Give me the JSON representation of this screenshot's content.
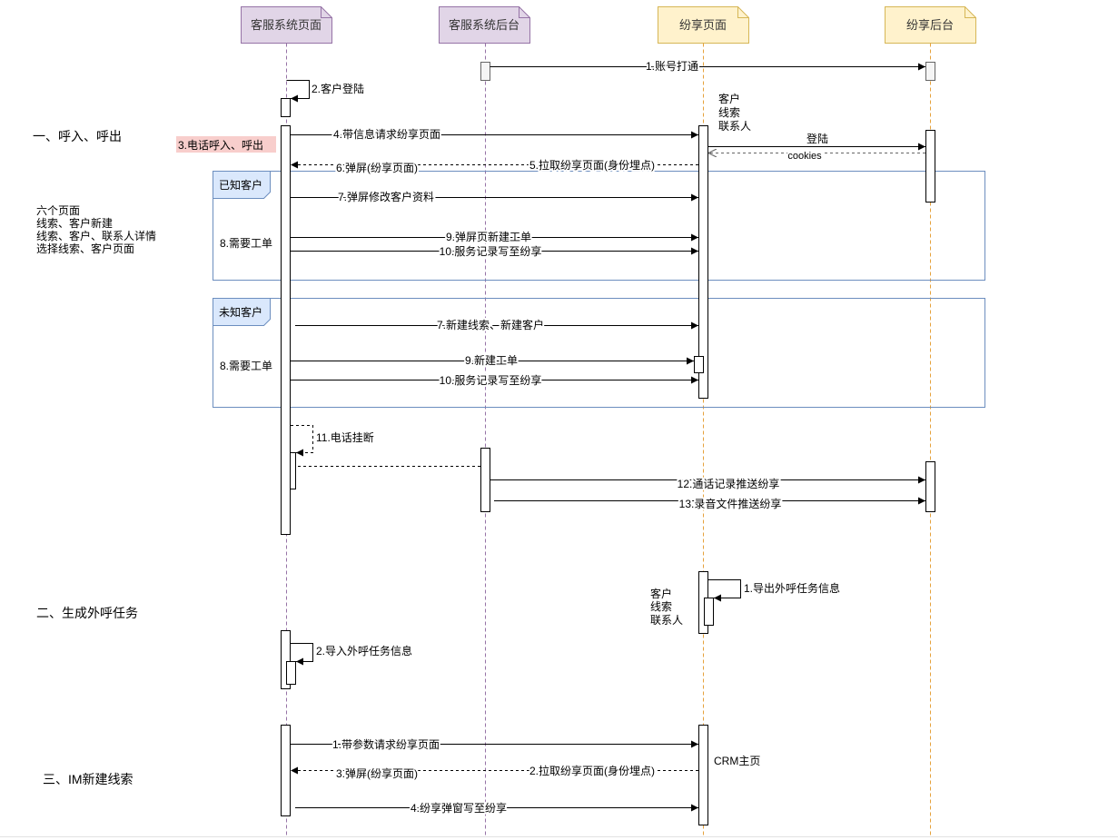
{
  "colors": {
    "purple_fill": "#e1d5e7",
    "purple_stroke": "#9673a6",
    "yellow_fill": "#fff2cc",
    "yellow_stroke": "#d6b656",
    "frame_stroke": "#6c8ebf",
    "frame_tab_fill": "#dae8fc",
    "note_fill": "#f8cecc",
    "lifeline_purple": "#9673a6",
    "lifeline_orange": "#e6a23c"
  },
  "lifelines": [
    {
      "label": "客服系统页面"
    },
    {
      "label": "客服系统后台"
    },
    {
      "label": "纷享页面"
    },
    {
      "label": "纷享后台"
    }
  ],
  "setup": {
    "account_link": "1.账号打通",
    "customer_login": "2.客户登陆"
  },
  "section1": {
    "title": "一、呼入、呼出",
    "call_note": "3.电话呼入、呼出",
    "request_page": "4.带信息请求纷享页面",
    "entities": [
      "客户",
      "线索",
      "联系人"
    ],
    "login": "登陆",
    "cookies": "cookies",
    "fetch_page": "5.拉取纷享页面(身份埋点)",
    "popup": "6.弹屏(纷享页面)",
    "pages_note": [
      "六个页面",
      "线索、客户新建",
      "线索、客户、联系人详情",
      "选择线索、客户页面"
    ],
    "known_customer": {
      "label": "已知客户",
      "edit": "7.弹屏修改客户资料",
      "need_ticket": "8.需要工单",
      "new_ticket": "9.弹屏页新建工单",
      "write_record": "10.服务记录写至纷享"
    },
    "unknown_customer": {
      "label": "未知客户",
      "create": "7.新建线索、新建客户",
      "need_ticket": "8.需要工单",
      "new_ticket": "9.新建工单",
      "write_record": "10.服务记录写至纷享"
    },
    "hangup": "11.电话挂断",
    "push_call_log": "12.通话记录推送纷享",
    "push_recording": "13.录音文件推送纷享"
  },
  "section2": {
    "title": "二、生成外呼任务",
    "export": "1.导出外呼任务信息",
    "import": "2.导入外呼任务信息",
    "entities": [
      "客户",
      "线索",
      "联系人"
    ]
  },
  "section3": {
    "title": "三、IM新建线索",
    "request_page": "1.带参数请求纷享页面",
    "crm_home": "CRM主页",
    "fetch_page": "2.拉取纷享页面(身份埋点)",
    "popup": "3.弹屏(纷享页面)",
    "write": "4.纷享弹窗写至纷享"
  }
}
